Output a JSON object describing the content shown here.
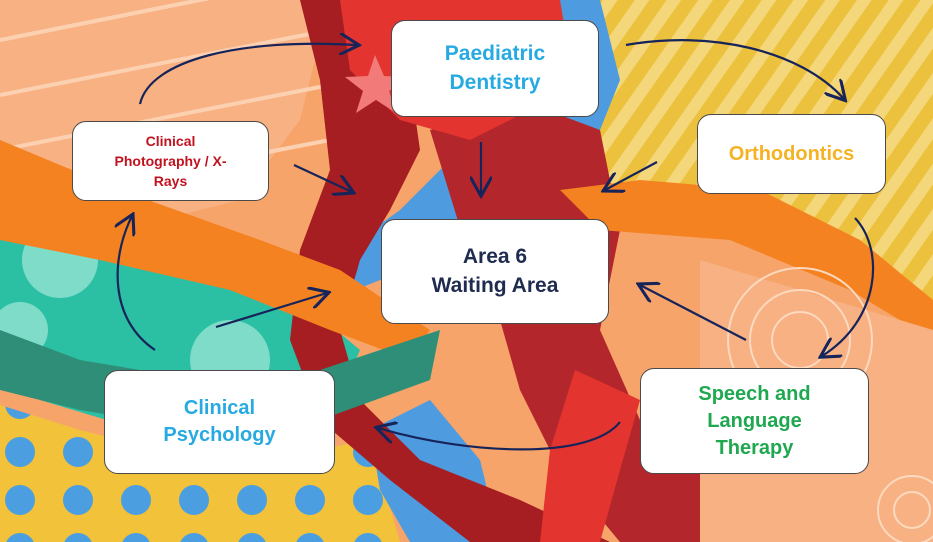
{
  "diagram": {
    "nodes": {
      "paediatric": {
        "label": "Paediatric\nDentistry",
        "color": "#27aae1"
      },
      "photography": {
        "label": "Clinical\nPhotography / X-\nRays",
        "color": "#c1121f"
      },
      "orthodontics": {
        "label": "Orthodontics",
        "color": "#f5b324"
      },
      "waiting": {
        "label": "Area 6\nWaiting Area",
        "color": "#1f2b4f"
      },
      "psychology": {
        "label": "Clinical\nPsychology",
        "color": "#27aae1"
      },
      "speech": {
        "label": "Speech and\nLanguage\nTherapy",
        "color": "#1fa84f"
      }
    },
    "edges": [
      {
        "from": "photography",
        "to": "paediatric",
        "kind": "curved"
      },
      {
        "from": "paediatric",
        "to": "orthodontics",
        "kind": "curved"
      },
      {
        "from": "orthodontics",
        "to": "speech",
        "kind": "curved"
      },
      {
        "from": "speech",
        "to": "psychology",
        "kind": "curved"
      },
      {
        "from": "psychology",
        "to": "photography",
        "kind": "curved"
      },
      {
        "from": "paediatric",
        "to": "waiting",
        "kind": "straight"
      },
      {
        "from": "photography",
        "to": "waiting",
        "kind": "straight"
      },
      {
        "from": "orthodontics",
        "to": "waiting",
        "kind": "straight"
      },
      {
        "from": "speech",
        "to": "waiting",
        "kind": "straight"
      },
      {
        "from": "psychology",
        "to": "waiting",
        "kind": "straight"
      }
    ],
    "arrow_color": "#16245a"
  }
}
